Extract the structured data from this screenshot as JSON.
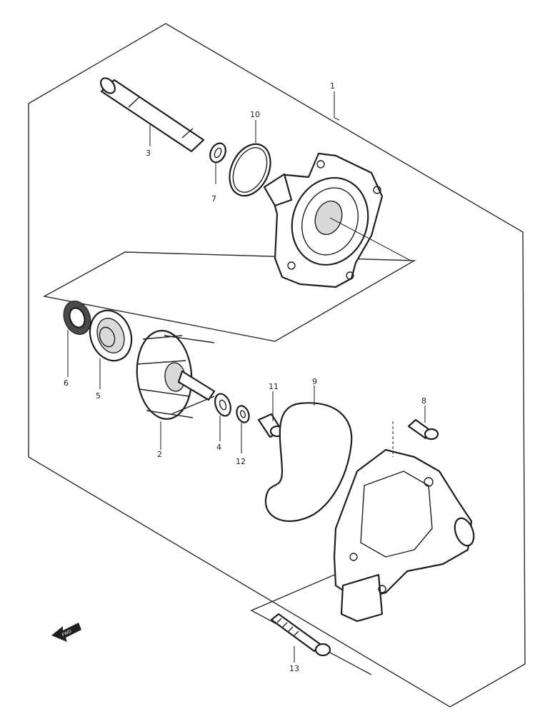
{
  "callouts": {
    "c1": "1",
    "c2": "2",
    "c3": "3",
    "c4": "4",
    "c5": "5",
    "c6": "6",
    "c7": "7",
    "c8": "8",
    "c9": "9",
    "c10": "10",
    "c11": "11",
    "c12": "12",
    "c13": "13"
  },
  "front_arrow": {
    "label": "FWD",
    "icon": "front-direction-arrow-icon"
  }
}
